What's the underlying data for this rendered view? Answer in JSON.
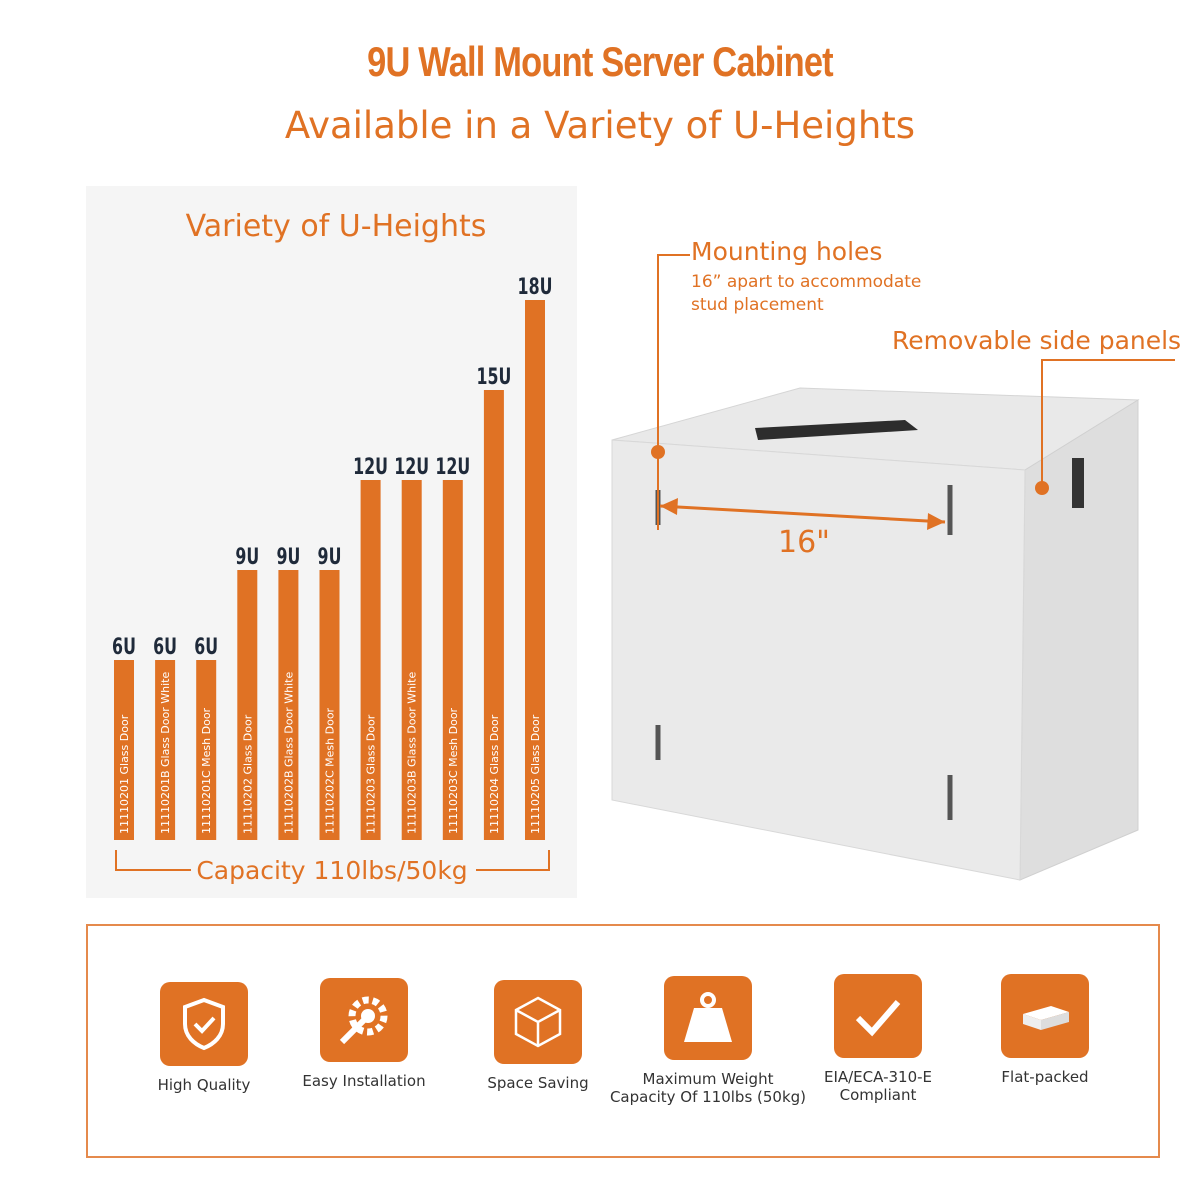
{
  "header": {
    "title": "9U Wall Mount Server Cabinet",
    "subtitle": "Available in a Variety of U-Heights"
  },
  "accent_color": "#e07224",
  "chart_data": {
    "type": "bar",
    "title": "Variety of U-Heights",
    "categories": [
      "11110201 Glass Door",
      "11110201B Glass Door White",
      "11110201C Mesh Door",
      "11110202 Glass Door",
      "11110202B Glass Door White",
      "11110202C Mesh Door",
      "11110203 Glass Door",
      "11110203B Glass Door White",
      "11110203C Mesh Door",
      "11110204 Glass Door",
      "11110205 Glass Door"
    ],
    "values": [
      6,
      6,
      6,
      9,
      9,
      9,
      12,
      12,
      12,
      15,
      18
    ],
    "value_labels": [
      "6U",
      "6U",
      "6U",
      "9U",
      "9U",
      "9U",
      "12U",
      "12U",
      "12U",
      "15U",
      "18U"
    ],
    "ylim": [
      0,
      18
    ],
    "footer": "Capacity 110lbs/50kg"
  },
  "product": {
    "callout_mounting_title": "Mounting holes",
    "callout_mounting_sub1": "16” apart to accommodate",
    "callout_mounting_sub2": "stud placement",
    "callout_panels_title": "Removable side panels",
    "dimension_label": "16\""
  },
  "features": [
    {
      "icon": "shield-check-icon",
      "line1": "High Quality",
      "line2": ""
    },
    {
      "icon": "gear-wrench-icon",
      "line1": "Easy Installation",
      "line2": ""
    },
    {
      "icon": "cube-icon",
      "line1": "Space Saving",
      "line2": ""
    },
    {
      "icon": "weight-icon",
      "line1": "Maximum Weight",
      "line2": "Capacity Of 110lbs (50kg)"
    },
    {
      "icon": "checkmark-icon",
      "line1": "EIA/ECA-310-E",
      "line2": "Compliant"
    },
    {
      "icon": "flat-box-icon",
      "line1": "Flat-packed",
      "line2": ""
    }
  ]
}
